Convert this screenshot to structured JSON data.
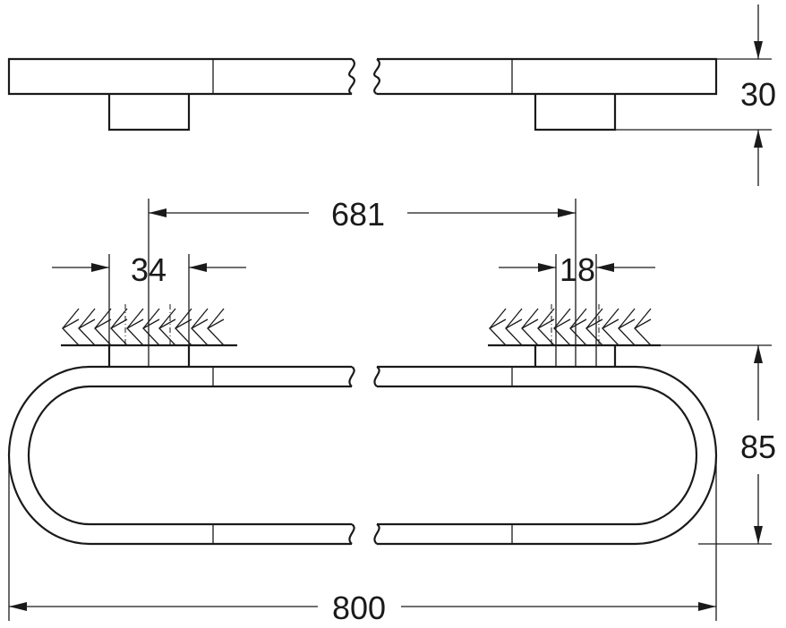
{
  "dimensions": {
    "height_top_view": "30",
    "mount_spacing": "681",
    "left_mount_width": "34",
    "right_mount_offset": "18",
    "projection_depth": "85",
    "overall_length": "800"
  },
  "colors": {
    "line": "#1a1a1a",
    "background": "#ffffff"
  }
}
